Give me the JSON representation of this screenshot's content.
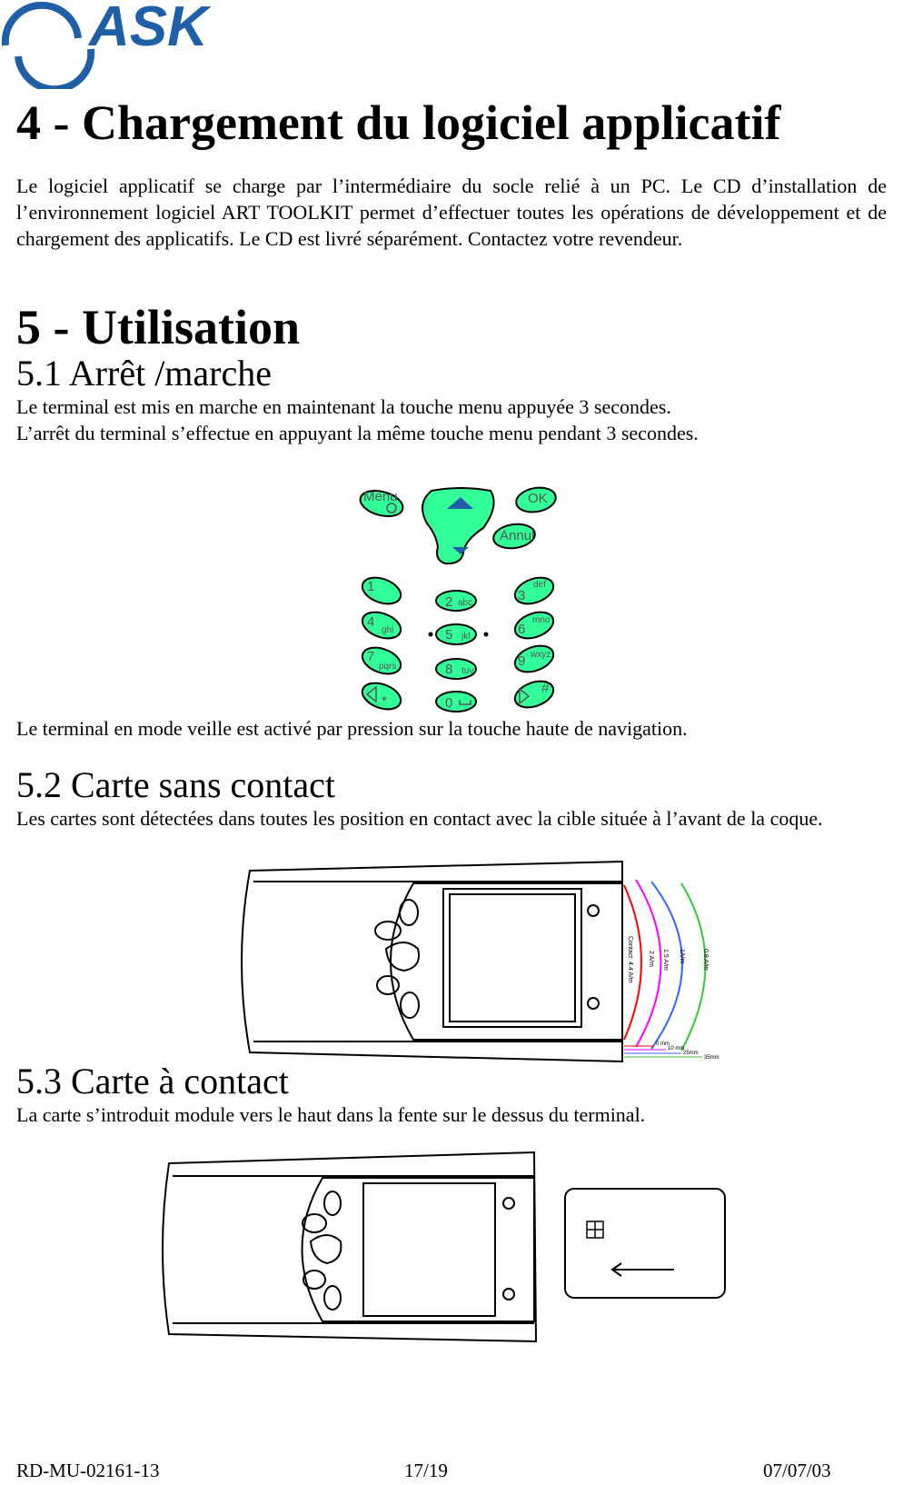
{
  "logo": {
    "text": "ASK"
  },
  "sections": {
    "s4_title": "4 - Chargement du logiciel applicatif",
    "s4_body": "Le logiciel applicatif se charge par l’intermédiaire du socle relié à un PC. Le CD d’installation de l’environnement logiciel ART TOOLKIT permet d’effectuer toutes les opérations de développement et de chargement des applicatifs. Le CD est livré séparément. Contactez votre revendeur.",
    "s5_title": "5 - Utilisation",
    "s51_title": "5.1 Arrêt /marche",
    "s51_line1": "Le terminal est mis en marche en maintenant la touche menu appuyée 3 secondes.",
    "s51_line2": "L’arrêt du terminal s’effectue en appuyant la même touche menu pendant 3 secondes.",
    "s51_after": "Le terminal en mode veille est activé par pression sur la touche haute de navigation.",
    "s52_title": "5.2 Carte sans contact",
    "s52_body": "Les cartes sont détectées dans toutes les position en contact avec la cible située à l’avant de la coque.",
    "s53_title": "5.3 Carte à contact",
    "s53_body": "La carte s’introduit module vers le haut dans la fente sur le dessus du terminal."
  },
  "keypad": {
    "menu": "Menu",
    "ok": "OK",
    "annul": "Annul",
    "keys": [
      {
        "num": "1",
        "letters": ""
      },
      {
        "num": "2",
        "letters": "abc"
      },
      {
        "num": "3",
        "letters": "def"
      },
      {
        "num": "4",
        "letters": "ghi"
      },
      {
        "num": "5",
        "letters": "jkl"
      },
      {
        "num": "6",
        "letters": "mno"
      },
      {
        "num": "7",
        "letters": "pqrs"
      },
      {
        "num": "8",
        "letters": "tuv"
      },
      {
        "num": "9",
        "letters": "wxyz"
      },
      {
        "num": "*",
        "letters": ""
      },
      {
        "num": "0",
        "letters": ""
      },
      {
        "num": "#",
        "letters": ""
      }
    ],
    "accent_color": "#33ff99"
  },
  "field_diagram": {
    "arcs": [
      {
        "label": "Contact: 4.4 A/m",
        "color": "#ff0000",
        "distance": "0 mm"
      },
      {
        "label": "2 A/m",
        "color": "#ff00ff",
        "distance": "10 mm"
      },
      {
        "label": "1.5 A/m",
        "color": "#3366ff",
        "distance": "25mm"
      },
      {
        "label": "1A/m",
        "color": "#3366ff",
        "distance": ""
      },
      {
        "label": "0.8 A/m",
        "color": "#33cc33",
        "distance": "35mm"
      }
    ]
  },
  "footer": {
    "left": "RD-MU-02161-13",
    "center": "17/19",
    "right": "07/07/03"
  }
}
